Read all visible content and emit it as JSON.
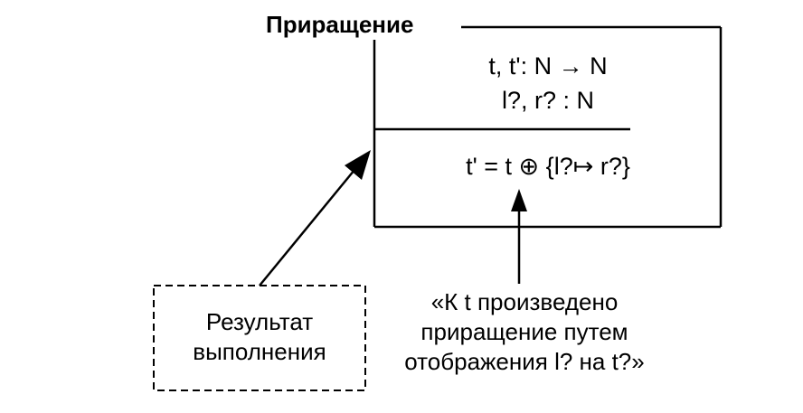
{
  "schema": {
    "name": "Приращение",
    "declarations": [
      "t, t': N → N",
      "l?, r? : N"
    ],
    "predicate": "t' = t ⊕ {l?↦ r?}"
  },
  "annotations": {
    "result_label": [
      "Результат",
      "выполнения"
    ],
    "comment": [
      "«К t произведено",
      "приращение путем",
      "отображения l? на t?»"
    ]
  }
}
